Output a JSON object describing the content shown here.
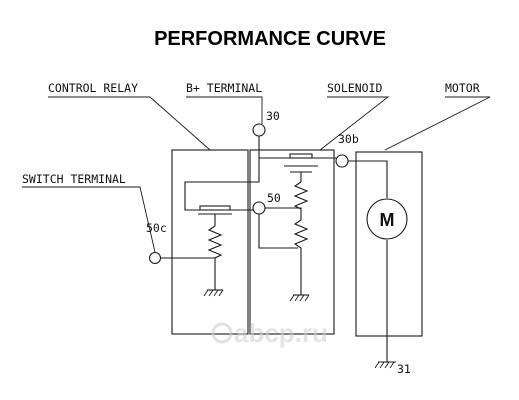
{
  "title": "PERFORMANCE CURVE",
  "labels": {
    "control_relay": "CONTROL RELAY",
    "b_terminal": "B+ TERMINAL",
    "solenoid": "SOLENOID",
    "motor": "MOTOR",
    "switch_terminal": "SWITCH TERMINAL"
  },
  "terminals": {
    "t30": "30",
    "t30b": "30b",
    "t50": "50",
    "t50c": "50c",
    "t31": "31"
  },
  "motor_symbol": "M",
  "watermark": "abcp.ru"
}
